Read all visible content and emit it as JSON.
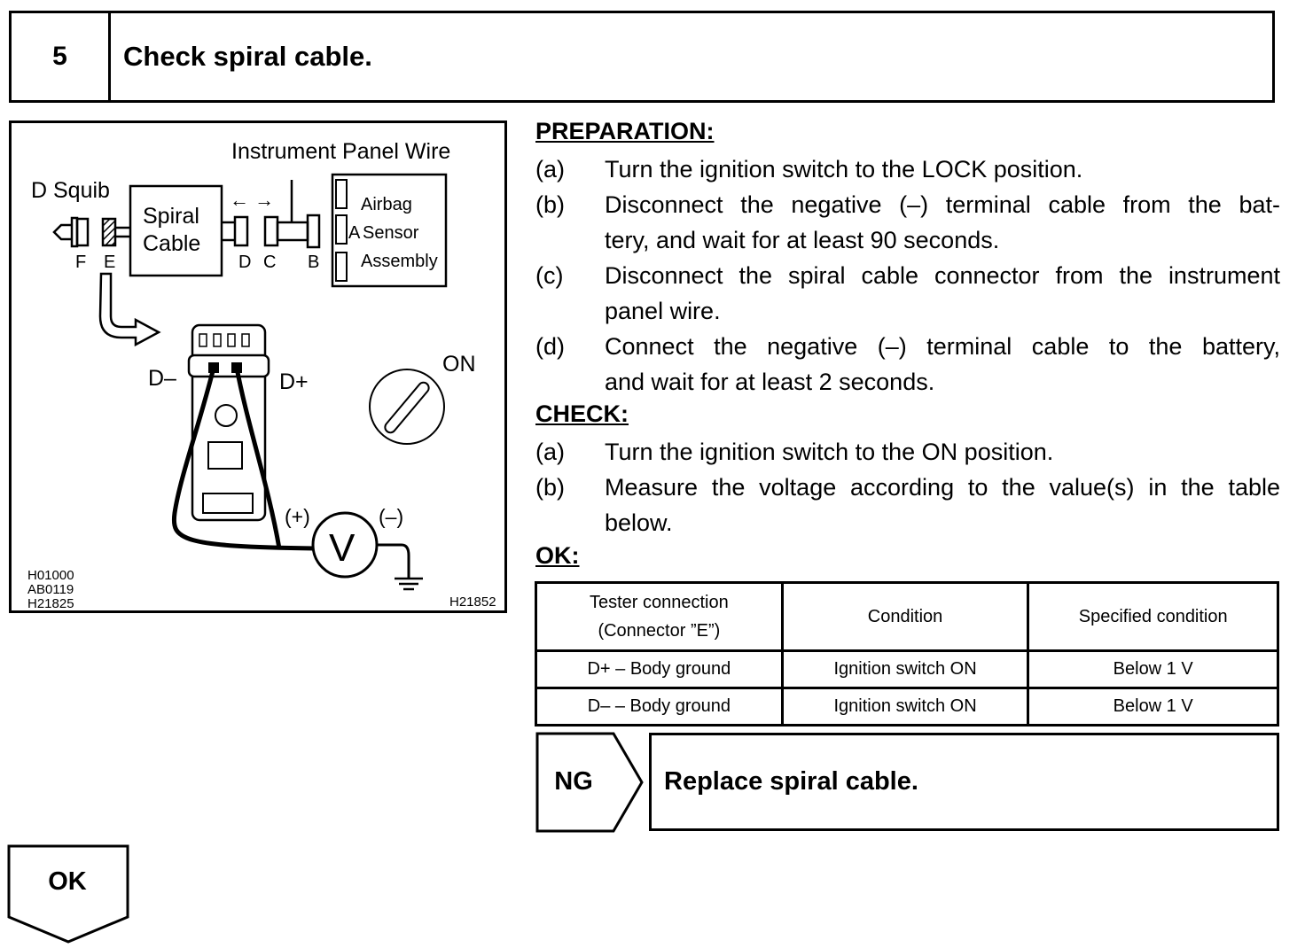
{
  "header": {
    "step_number": "5",
    "title": "Check spiral cable."
  },
  "diagram": {
    "instrument_panel_wire": "Instrument Panel Wire",
    "d_squib": "D Squib",
    "spiral_cable_line1": "Spiral",
    "spiral_cable_line2": "Cable",
    "arrows": "← →",
    "airbag_line1": "Airbag",
    "airbag_line2": "Sensor",
    "airbag_line3": "Assembly",
    "airbag_prefix": "A",
    "connector_f": "F",
    "connector_e": "E",
    "connector_d": "D",
    "connector_c": "C",
    "connector_b": "B",
    "d_minus": "D–",
    "d_plus": "D+",
    "on": "ON",
    "plus": "(+)",
    "minus": "(–)",
    "voltmeter": "V",
    "code_1": "H01000",
    "code_2": "AB0119",
    "code_3": "H21825",
    "code_4": "H21852"
  },
  "preparation": {
    "heading": "PREPARATION:",
    "steps": [
      {
        "letter": "(a)",
        "line1": "Turn the ignition switch to the LOCK position."
      },
      {
        "letter": "(b)",
        "line1": "Disconnect the negative (–) terminal cable from the bat-",
        "line2": "tery, and wait for at least 90 seconds."
      },
      {
        "letter": "(c)",
        "line1": "Disconnect the spiral cable connector from the instrument",
        "line2": "panel wire."
      },
      {
        "letter": "(d)",
        "line1": "Connect the negative (–) terminal cable to the battery,",
        "line2": "and wait for at least 2 seconds."
      }
    ]
  },
  "check": {
    "heading": "CHECK:",
    "steps": [
      {
        "letter": "(a)",
        "line1": "Turn the ignition switch to the ON position."
      },
      {
        "letter": "(b)",
        "line1": "Measure the voltage according to the value(s) in the table",
        "line2": "below."
      }
    ]
  },
  "ok_heading": "OK:",
  "table": {
    "headers": {
      "col1_line1": "Tester connection",
      "col1_line2": "(Connector ”E”)",
      "col2": "Condition",
      "col3": "Specified condition"
    },
    "rows": [
      {
        "connection": "D+ – Body ground",
        "condition": "Ignition switch ON",
        "specified": "Below 1 V"
      },
      {
        "connection": "D– – Body ground",
        "condition": "Ignition switch ON",
        "specified": "Below 1 V"
      }
    ]
  },
  "ng": {
    "label": "NG",
    "action": "Replace spiral cable."
  },
  "ok": {
    "label": "OK"
  }
}
